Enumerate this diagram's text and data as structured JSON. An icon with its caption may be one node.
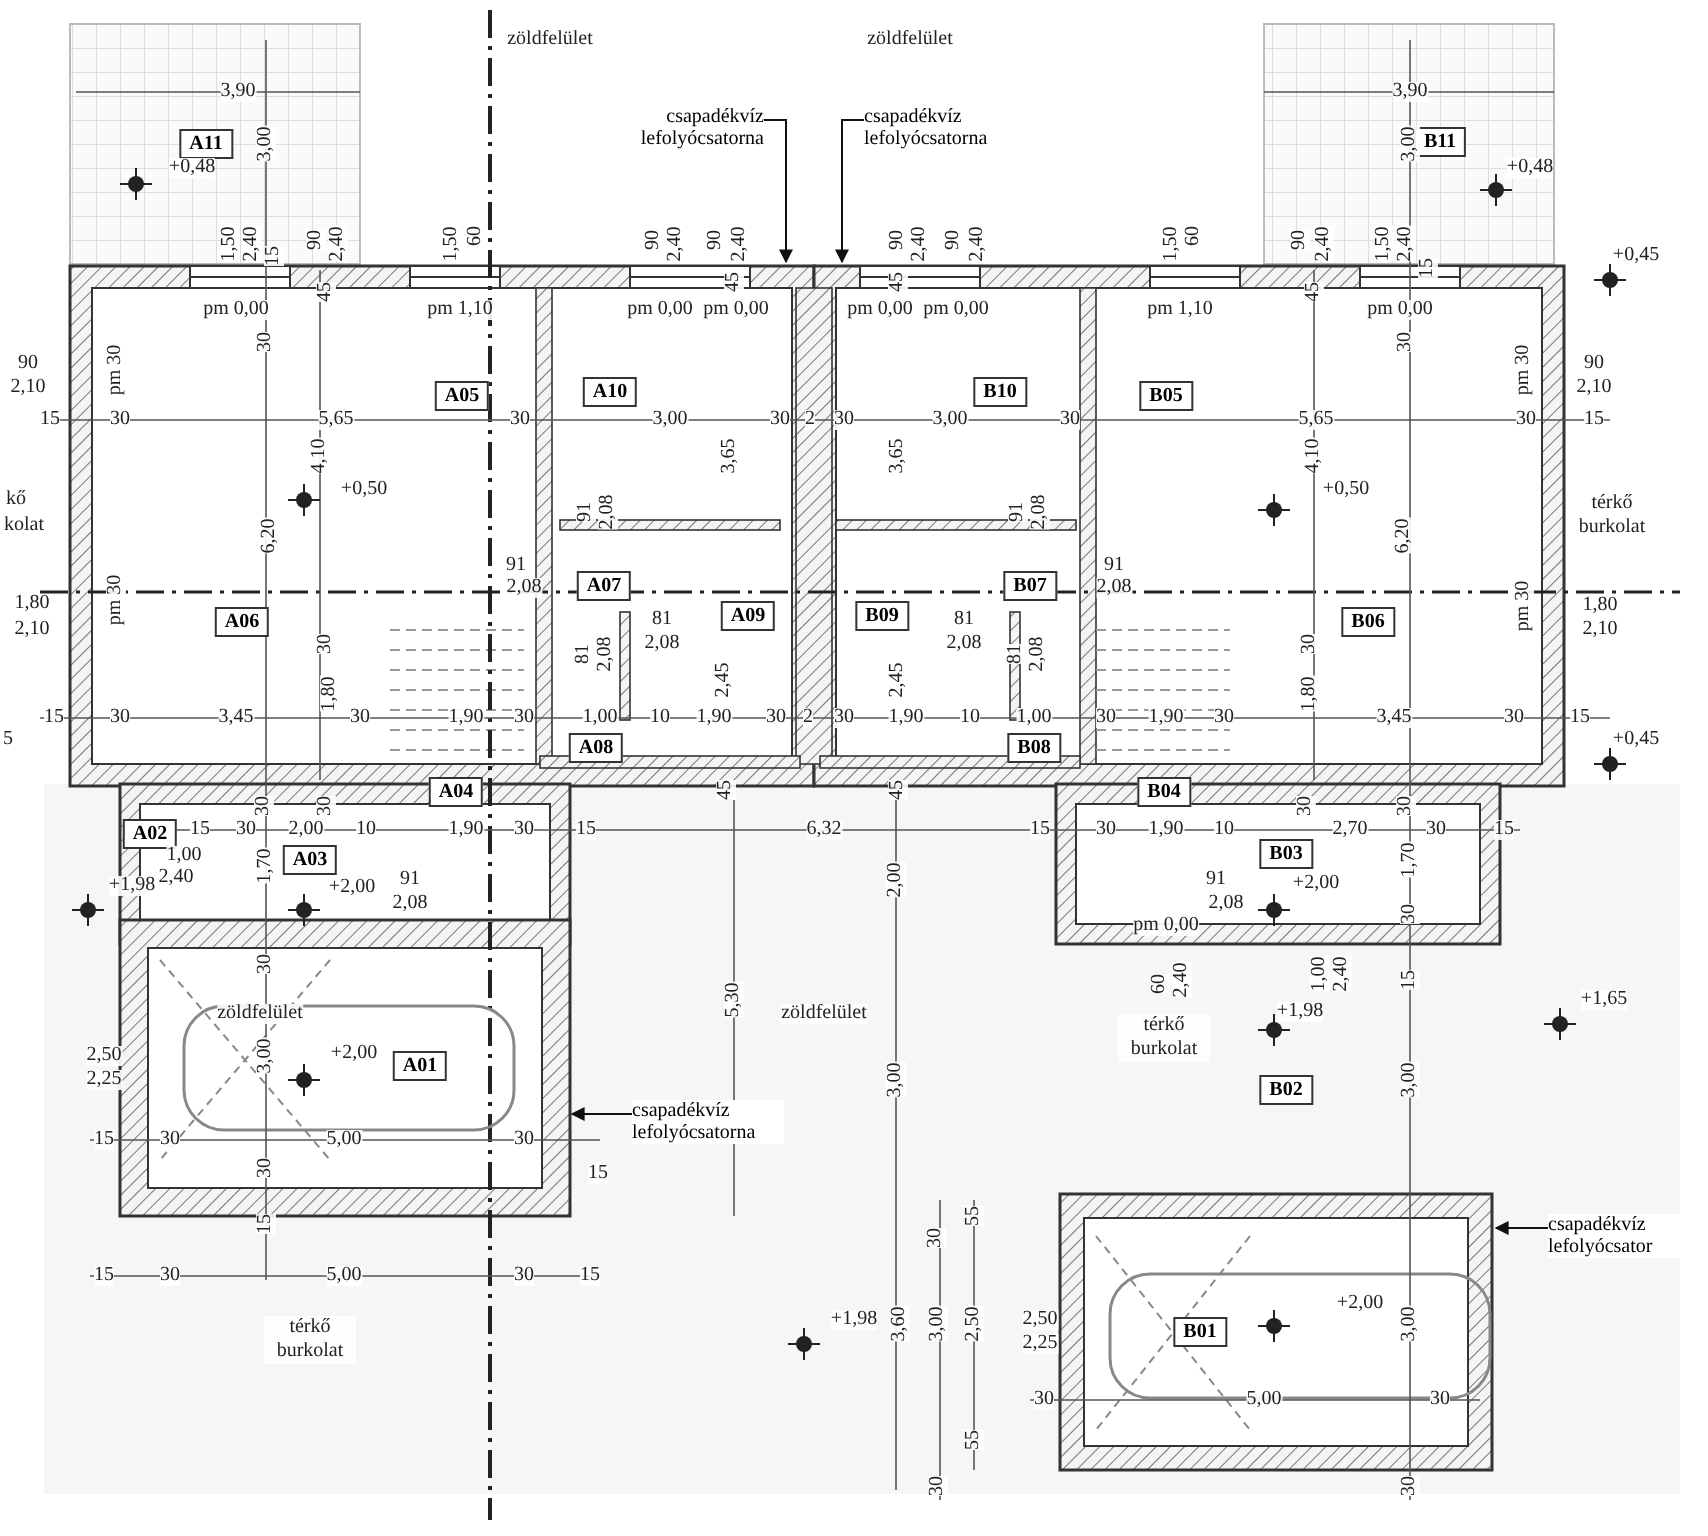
{
  "diagram": {
    "nodes": [
      {
        "text": [
          "A11"
        ]
      },
      {
        "text": [
          "csapadékvíz lefolyócsatorna"
        ]
      },
      {
        "text": [
          "csapadékvíz lefolyócsatorna"
        ]
      },
      {
        "text": [
          "B11"
        ]
      },
      {
        "text": [
          "A05"
        ]
      },
      {
        "text": [
          "A10"
        ]
      },
      {
        "text": [
          "B10"
        ]
      },
      {
        "text": [
          "B05"
        ]
      },
      {
        "text": [
          "A07"
        ]
      },
      {
        "text": [
          "A06"
        ]
      },
      {
        "text": [
          "A09"
        ]
      },
      {
        "text": [
          "B09"
        ]
      },
      {
        "text": [
          "B07"
        ]
      },
      {
        "text": [
          "B06"
        ]
      },
      {
        "text": [
          "A08"
        ]
      },
      {
        "text": [
          "B08"
        ]
      },
      {
        "text": [
          "A04"
        ]
      },
      {
        "text": [
          "B04"
        ]
      },
      {
        "text": [
          "A02"
        ]
      },
      {
        "text": [
          "A03"
        ]
      },
      {
        "text": [
          "B03"
        ]
      },
      {
        "text": [
          "B02"
        ]
      },
      {
        "text": [
          "A01"
        ]
      },
      {
        "text": [
          "csapadékvíz lefolyócsatorna"
        ]
      },
      {
        "text": [
          "csapadékvíz lefolyócsator"
        ]
      },
      {
        "text": [
          "B01"
        ]
      }
    ],
    "edges": [
      {
        "from": 1,
        "to": null,
        "arrow": "to"
      },
      {
        "from": 2,
        "to": null,
        "arrow": "to"
      },
      {
        "from": 23,
        "to": null,
        "arrow": "to"
      },
      {
        "from": 24,
        "to": null,
        "arrow": "to"
      }
    ],
    "labels": [
      "zöldfelület",
      "zöldfelület",
      "3,90",
      "3,90",
      "3,00",
      "3,00",
      "+0,48",
      "+0,48",
      "1,50",
      "2,40",
      "15",
      "90",
      "2,40",
      "1,50",
      "60",
      "90",
      "2,40",
      "90",
      "2,40",
      "90",
      "2,40",
      "90",
      "2,40",
      "1,50",
      "60",
      "90",
      "2,40",
      "1,50",
      "2,40",
      "15",
      "+0,45",
      "pm 0,00",
      "45",
      "pm 1,10",
      "pm 0,00",
      "45",
      "pm 0,00",
      "pm 0,00",
      "45",
      "pm 0,00",
      "pm 1,10",
      "45",
      "pm 0,00",
      "30",
      "30",
      "90",
      "pm 30",
      "pm 30",
      "90",
      "2,10",
      "2,10",
      "15",
      "30",
      "5,65",
      "30",
      "3,00",
      "30",
      "2",
      "30",
      "3,00",
      "30",
      "5,65",
      "30",
      "15",
      "4,10",
      "3,65",
      "3,65",
      "4,10",
      "+0,50",
      "+0,50",
      "kő",
      "kolat",
      "6,20",
      "91",
      "2,08",
      "91",
      "2,08",
      "6,20",
      "térkő burkolat",
      "91",
      "91",
      "1,80",
      "pm 30",
      "2,08",
      "2,08",
      "pm 30",
      "1,80",
      "2,10",
      "81",
      "81",
      "2,10",
      "30",
      "81",
      "2,08",
      "2,08",
      "2,08",
      "81",
      "2,08",
      "30",
      "1,80",
      "2,45",
      "2,45",
      "1,80",
      "15",
      "30",
      "3,45",
      "30",
      "1,90",
      "30",
      "1,00",
      "10",
      "1,90",
      "30",
      "2",
      "30",
      "1,90",
      "10",
      "1,00",
      "30",
      "1,90",
      "30",
      "3,45",
      "30",
      "15",
      "5",
      "+0,45",
      "30",
      "30",
      "45",
      "45",
      "30",
      "30",
      "15",
      "30",
      "2,00",
      "10",
      "1,90",
      "30",
      "15",
      "6,32",
      "15",
      "30",
      "1,90",
      "10",
      "2,70",
      "30",
      "15",
      "+1,98",
      "1,00",
      "1,70",
      "+2,00",
      "91",
      "2,00",
      "91",
      "+2,00",
      "1,70",
      "2,40",
      "2,08",
      "pm 0,00",
      "2,08",
      "30",
      "30",
      "zöldfelület",
      "5,30",
      "zöldfelület",
      "60",
      "2,40",
      "+1,98",
      "1,00",
      "2,40",
      "15",
      "+1,65",
      "2,50",
      "2,25",
      "3,00",
      "+2,00",
      "3,00",
      "térkő burkolat",
      "3,00",
      "15",
      "30",
      "30",
      "5,00",
      "30",
      "15",
      "15",
      "30",
      "55",
      "15",
      "30",
      "5,00",
      "30",
      "15",
      "térkő burkolat",
      "+1,98",
      "3,60",
      "3,00",
      "2,50",
      "2,50",
      "+2,00",
      "3,00",
      "2,25",
      "30",
      "5,00",
      "30",
      "55",
      "30",
      "30"
    ]
  }
}
